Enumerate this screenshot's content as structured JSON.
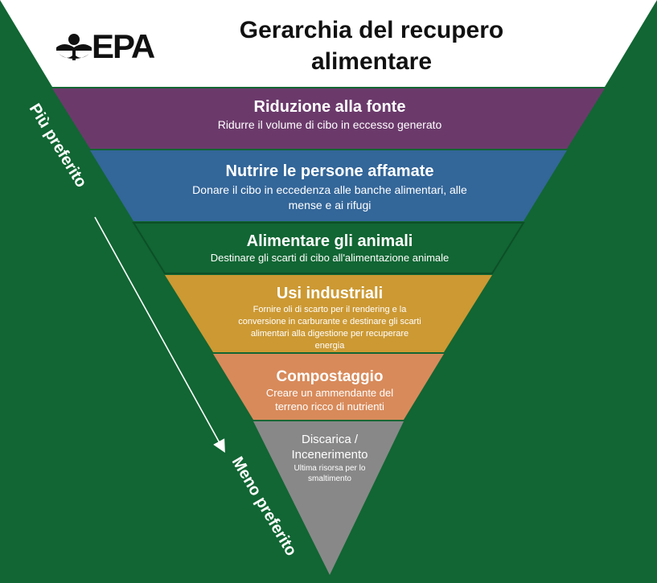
{
  "title": [
    "Gerarchia del recupero",
    "alimentare"
  ],
  "logo": {
    "text": "EPA",
    "icon": "epa-flower-icon"
  },
  "side_labels": {
    "top": "Più preferito",
    "bottom": "Meno preferito"
  },
  "colors": {
    "background": "#116633",
    "title_band": "#ffffff",
    "source_reduction": "#6b3a6b",
    "feed_people": "#336699",
    "feed_animals": "#116633",
    "industrial": "#cc9933",
    "composting": "#d88a5a",
    "landfill": "#888888"
  },
  "tiers": [
    {
      "heading": "Riduzione alla fonte",
      "lines": [
        "Ridurre il volume di cibo in eccesso generato"
      ]
    },
    {
      "heading": "Nutrire le persone affamate",
      "lines": [
        "Donare il cibo in eccedenza alle banche alimentari, alle",
        "mense e ai rifugi"
      ]
    },
    {
      "heading": "Alimentare gli animali",
      "lines": [
        "Destinare gli scarti di cibo all'alimentazione animale"
      ]
    },
    {
      "heading": "Usi industriali",
      "lines": [
        "Fornire oli di scarto per il rendering e la",
        "conversione in carburante e destinare gli scarti",
        "alimentari alla digestione per recuperare",
        "energia"
      ]
    },
    {
      "heading": "Compostaggio",
      "lines": [
        "Creare un ammendante del",
        "terreno ricco di nutrienti"
      ]
    },
    {
      "heading": "Discarica /",
      "heading2": "Incenerimento",
      "lines": [
        "Ultima risorsa per lo",
        "smaltimento"
      ]
    }
  ]
}
